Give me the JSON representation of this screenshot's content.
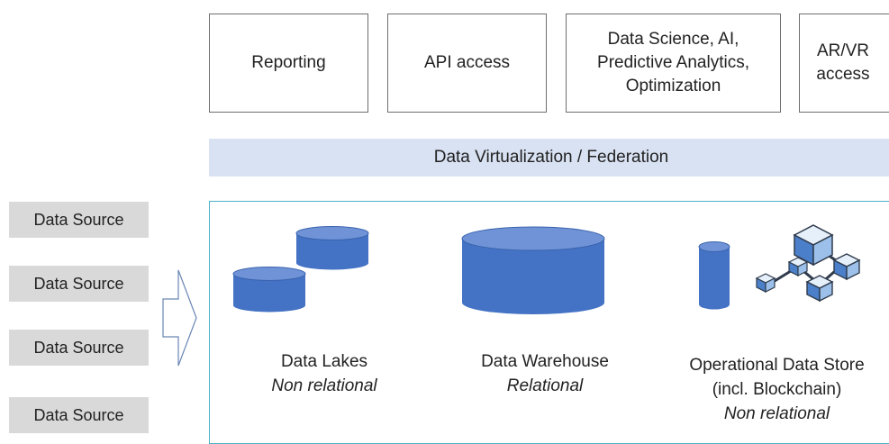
{
  "consumers": [
    {
      "label": "Reporting"
    },
    {
      "label": "API access"
    },
    {
      "label": "Data Science, AI,\nPredictive Analytics,\nOptimization"
    },
    {
      "label": "AR/VR\naccess"
    }
  ],
  "virtualization": {
    "label": "Data Virtualization / Federation"
  },
  "sources": [
    {
      "label": "Data Source"
    },
    {
      "label": "Data Source"
    },
    {
      "label": "Data Source"
    },
    {
      "label": "Data Source"
    }
  ],
  "stores": [
    {
      "name": "Data Lakes",
      "type": "Non relational"
    },
    {
      "name": "Data Warehouse",
      "type": "Relational"
    },
    {
      "name": "Operational Data Store\n(incl. Blockchain)",
      "type": "Non relational"
    }
  ],
  "colors": {
    "cylinder_body": "#4472c4",
    "cylinder_top": "#6f93d6",
    "virtualization_band": "#d9e2f3",
    "source_box": "#d9d9d9",
    "frame_border": "#4eb3c9"
  },
  "icons": {
    "flow_arrow": "hollow-right-arrow-icon",
    "data_lake": "database-cylinder-icon",
    "data_warehouse": "database-cylinder-icon",
    "operational_store": "database-cylinder-icon",
    "blockchain": "blockchain-cubes-icon"
  }
}
